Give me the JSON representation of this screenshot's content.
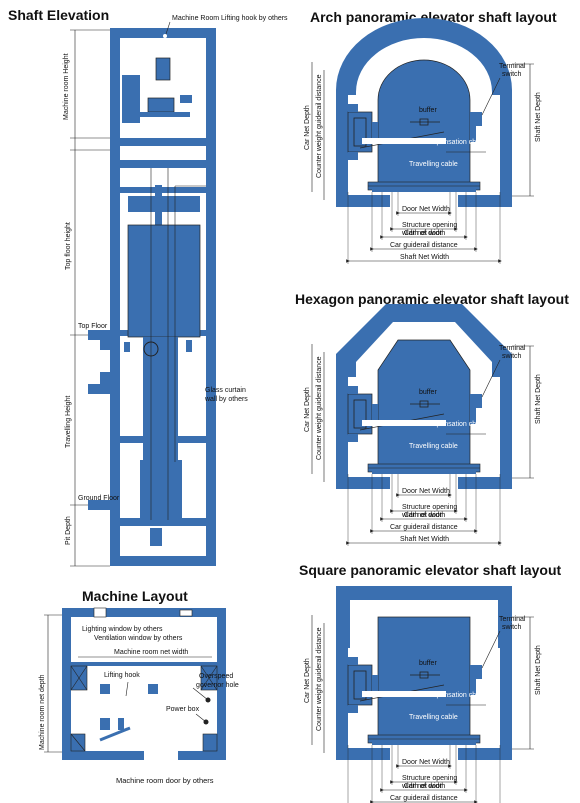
{
  "shaft_elevation": {
    "title": "Shaft Elevation",
    "machine_room_hook": "Machine Room Lifting hook by others",
    "machine_room_height": "Machine room Height",
    "top_floor_height": "Top floor height",
    "top_floor": "Top Floor",
    "travelling_height": "Travelling Height",
    "glass_curtain_1": "Glass curtain",
    "glass_curtain_2": "wall by others",
    "ground_floor": "Ground Floor",
    "pit_depth": "Pit Depth"
  },
  "machine_layout": {
    "title": "Machine Layout",
    "lighting_window": "Lighting window by others",
    "ventilation_window": "Ventilation window by others",
    "room_net_width": "Machine room net width",
    "room_net_depth": "Machine room net depth",
    "lifting_hook": "Lifting hook",
    "overspeed_1": "Overspeed",
    "overspeed_2": "governor hole",
    "power_box": "Power box",
    "door": "Machine room door by others"
  },
  "layout_labels": {
    "buffer": "buffer",
    "terminal_switch_1": "Terminal",
    "terminal_switch_2": "switch",
    "balance_chain": "Balance compensation chain",
    "travelling_cable": "Travelling cable",
    "door_net_width": "Door Net Width",
    "structure_opening_1": "Structure opening",
    "structure_opening_2": "width of door",
    "car_net_width": "Car net width",
    "car_guiderail": "Car guiderail distance",
    "shaft_net_width": "Shaft Net Width",
    "shaft_net_depth": "Shaft Net Depth",
    "car_net_depth": "Car Net Depth",
    "counter_weight": "Counter weight guiderail distance"
  },
  "layouts": [
    {
      "title": "Arch panoramic elevator shaft layout"
    },
    {
      "title": "Hexagon panoramic elevator shaft layout"
    },
    {
      "title": "Square panoramic elevator shaft layout"
    }
  ],
  "colors": {
    "structure": "#3a6fb0",
    "structure_dark": "#2a5590",
    "line": "#222222"
  }
}
